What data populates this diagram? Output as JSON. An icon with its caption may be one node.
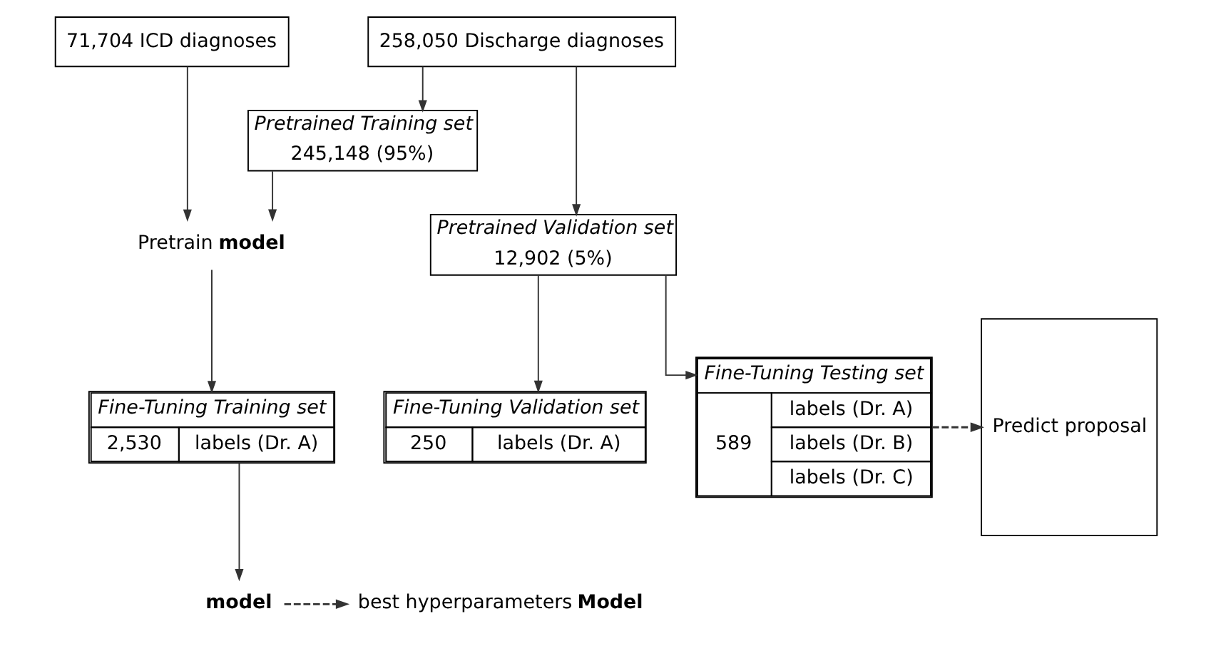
{
  "diagram": {
    "nodes": [
      {
        "text": [
          "71,704 ICD diagnoses"
        ]
      },
      {
        "text": [
          "258,050 Discharge diagnoses"
        ]
      },
      {
        "text": [
          "Pretrained Training set",
          "245,148 (95%)"
        ]
      },
      {
        "text": [
          "Pretrained Validation set",
          "12,902 (5%)"
        ]
      },
      {
        "text": [
          "Pretrain **model**"
        ]
      },
      {
        "text": [
          "Fine-Tuning Training set",
          "2,530",
          "labels (Dr. A)"
        ]
      },
      {
        "text": [
          "Fine-Tuning Validation set",
          "250",
          "labels (Dr. A)"
        ]
      },
      {
        "text": [
          "model"
        ]
      },
      {
        "text": [
          "best hyperparameters **Model**"
        ]
      },
      {
        "text": [
          "Fine-Tuning Testing set",
          "589",
          "labels (Dr. A)",
          "labels (Dr. B)",
          "labels (Dr. C)"
        ]
      },
      {
        "text": [
          "Predict proposal"
        ]
      }
    ],
    "edges": [
      {
        "from": 1,
        "to": 2,
        "arrow": "to"
      },
      {
        "from": 1,
        "to": 3,
        "arrow": "to"
      },
      {
        "from": 0,
        "to": 4,
        "arrow": "to"
      },
      {
        "from": 2,
        "to": 4,
        "arrow": "to"
      },
      {
        "from": 4,
        "to": 5,
        "arrow": "to"
      },
      {
        "from": 3,
        "to": 6,
        "arrow": "to"
      },
      {
        "from": 3,
        "to": 9,
        "arrow": "to"
      },
      {
        "from": 5,
        "to": 7,
        "arrow": "to"
      },
      {
        "from": 7,
        "to": 8,
        "arrow": "to",
        "style": "dashed"
      },
      {
        "from": 9,
        "to": 10,
        "arrow": "to",
        "style": "dashed"
      }
    ]
  }
}
